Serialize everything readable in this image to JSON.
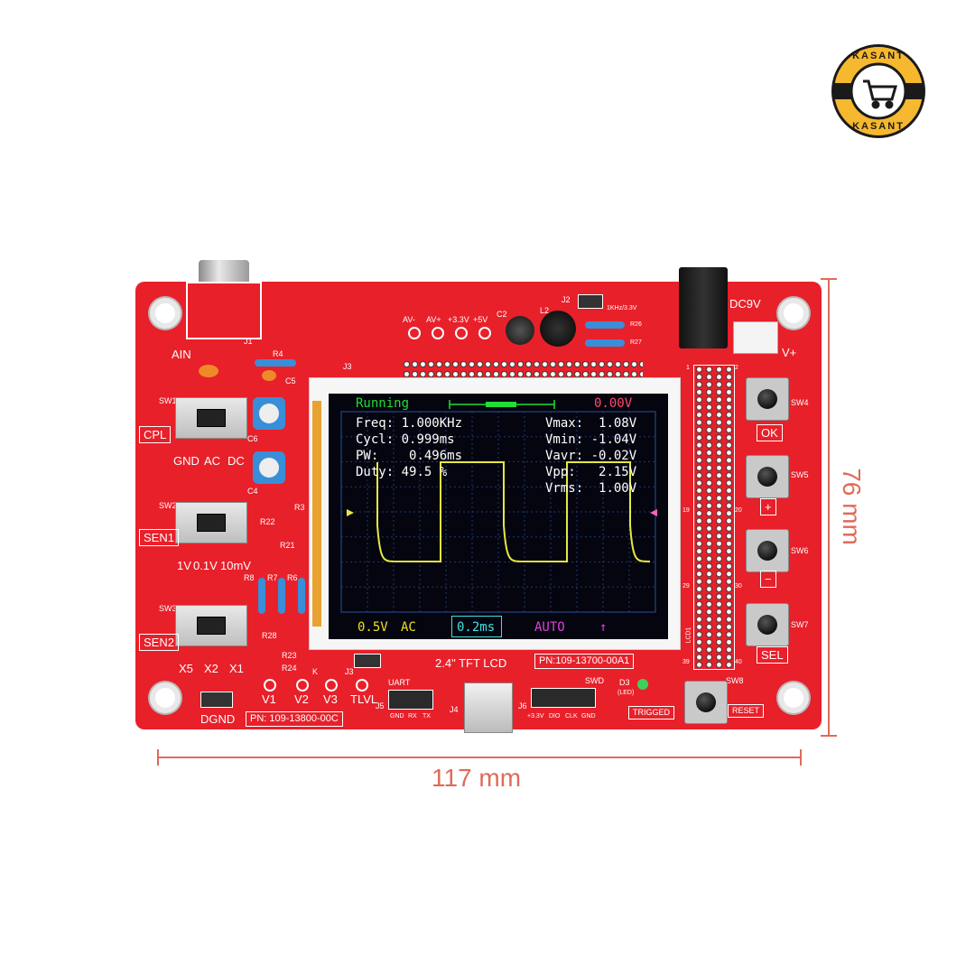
{
  "logo": {
    "top_text": "KASANT",
    "bottom_text": "KASANT",
    "icon": "shopping-cart-icon"
  },
  "dimensions": {
    "width_label": "117 mm",
    "height_label": "76 mm",
    "color": "#e06a5a"
  },
  "board": {
    "color": "#e8202a",
    "labels": {
      "ain": "AIN",
      "j1": "J1",
      "r4": "R4",
      "c5": "C5",
      "c6": "C6",
      "c4": "C4",
      "r3": "R3",
      "sw1": "SW1",
      "cpl": "CPL",
      "gnd": "GND",
      "ac": "AC",
      "dc": "DC",
      "sw2": "SW2",
      "sen1": "SEN1",
      "r22": "R22",
      "r21": "R21",
      "v1v": "1V",
      "v01v": "0.1V",
      "v10mv": "10mV",
      "r8": "R8",
      "r7": "R7",
      "r6": "R6",
      "sw3": "SW3",
      "sen2": "SEN2",
      "r28": "R28",
      "r23": "R23",
      "r24": "R24",
      "x5": "X5",
      "x2": "X2",
      "x1": "X1",
      "dgnd": "DGND",
      "pn_board": "PN: 109-13800-00C",
      "v1": "V1",
      "v2": "V2",
      "v3": "V3",
      "tlvl": "TLVL",
      "uart": "UART",
      "j5": "J5",
      "uart_gnd": "GND",
      "uart_rx": "RX",
      "uart_tx": "TX",
      "j4": "J4",
      "j6": "J6",
      "swd": "SWD",
      "swd_33v": "+3.3V",
      "swd_dio": "DIO",
      "swd_clk": "CLK",
      "swd_gnd": "GND",
      "d3": "D3",
      "led": "(LED)",
      "trigged": "TRIGGED",
      "sw8": "SW8",
      "reset": "RESET",
      "av_minus": "AV-",
      "av_plus": "AV+",
      "p33v": "+3.3V",
      "p5v": "+5V",
      "c2": "C2",
      "l2": "L2",
      "j2": "J2",
      "sig": "1KHz/3.3V",
      "r26": "R26",
      "r27": "R27",
      "dc9v": "DC9V",
      "vplus": "V+",
      "j3": "J3",
      "k": "K",
      "sw4": "SW4",
      "ok": "OK",
      "sw5": "SW5",
      "plus": "+",
      "sw6": "SW6",
      "minus": "−",
      "sw7": "SW7",
      "sel": "SEL",
      "pin1": "1",
      "pin2": "2",
      "pin19": "19",
      "pin20": "20",
      "pin29": "29",
      "pin30": "30",
      "pin39": "39",
      "pin40": "40",
      "lcd_name": "2.4\" TFT LCD",
      "pn_lcd": "PN:109-13700-00A1",
      "lcd_side": "LCD1"
    }
  },
  "screen": {
    "status": "Running",
    "offset": "0.00V",
    "measurements_left": [
      {
        "label": "Freq:",
        "value": "1.000KHz"
      },
      {
        "label": "Cycl:",
        "value": "0.999ms"
      },
      {
        "label": "PW:",
        "value": "0.496ms"
      },
      {
        "label": "Duty:",
        "value": "49.5 %"
      }
    ],
    "measurements_right": [
      {
        "label": "Vmax:",
        "value": "1.08V"
      },
      {
        "label": "Vmin:",
        "value": "-1.04V"
      },
      {
        "label": "Vavr:",
        "value": "-0.02V"
      },
      {
        "label": "Vpp:",
        "value": "2.15V"
      },
      {
        "label": "Vrms:",
        "value": "1.00V"
      }
    ],
    "bottom": {
      "volts_div": "0.5V",
      "coupling": "AC",
      "time_div": "0.2ms",
      "mode": "AUTO",
      "trigger_edge": "↑"
    },
    "colors": {
      "status": "#22dd33",
      "trace": "#e6e840",
      "volts": "#f0e020",
      "time": "#40e0e0",
      "mode": "#e040e0",
      "grid": "#1c3a6a"
    }
  }
}
